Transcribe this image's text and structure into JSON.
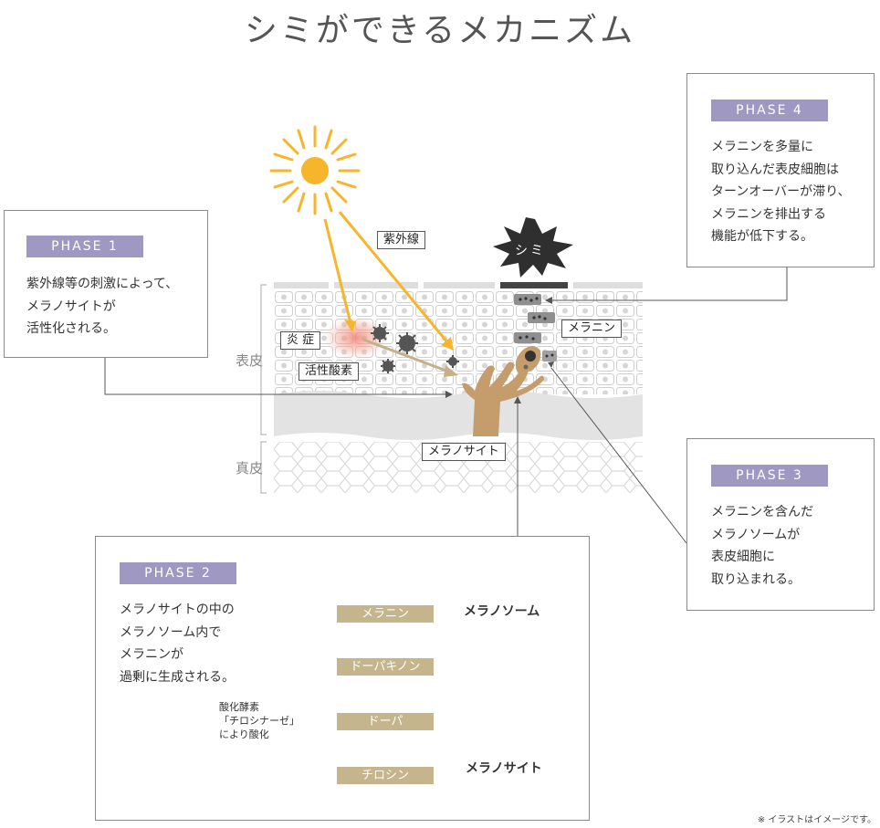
{
  "title": "シミができるメカニズム",
  "phase1": {
    "tag": "PHASE 1",
    "text": "紫外線等の刺激によって、\nメラノサイトが\n活性化される。"
  },
  "phase2": {
    "tag": "PHASE 2",
    "text": "メラノサイトの中の\nメラノソーム内で\nメラニンが\n過剰に生成される。"
  },
  "phase3": {
    "tag": "PHASE 3",
    "text": "メラニンを含んだ\nメラノソームが\n表皮細胞に\n取り込まれる。"
  },
  "phase4": {
    "tag": "PHASE 4",
    "text": "メラニンを多量に\n取り込んだ表皮細胞は\nターンオーバーが滞り、\nメラニンを排出する\n機能が低下する。"
  },
  "labels": {
    "uv": "紫外線",
    "shimi": "シミ",
    "melanin": "メラニン",
    "inflammation": "炎 症",
    "ros": "活性酸素",
    "melanocyte": "メラノサイト",
    "epidermis": "表皮",
    "dermis": "真皮"
  },
  "pathway": {
    "steps": [
      "メラニン",
      "ドーパキノン",
      "ドーパ",
      "チロシン"
    ],
    "enzyme": "酸化酵素\n「チロシナーゼ」\nにより酸化",
    "melanosome": "メラノソーム",
    "melanocyte": "メラノサイト"
  },
  "note": "※ イラストはイメージです。",
  "colors": {
    "phase": "#9f98c3",
    "step": "#c5b58d",
    "sun": "#f7b52c",
    "cell": "#c59d6c"
  }
}
